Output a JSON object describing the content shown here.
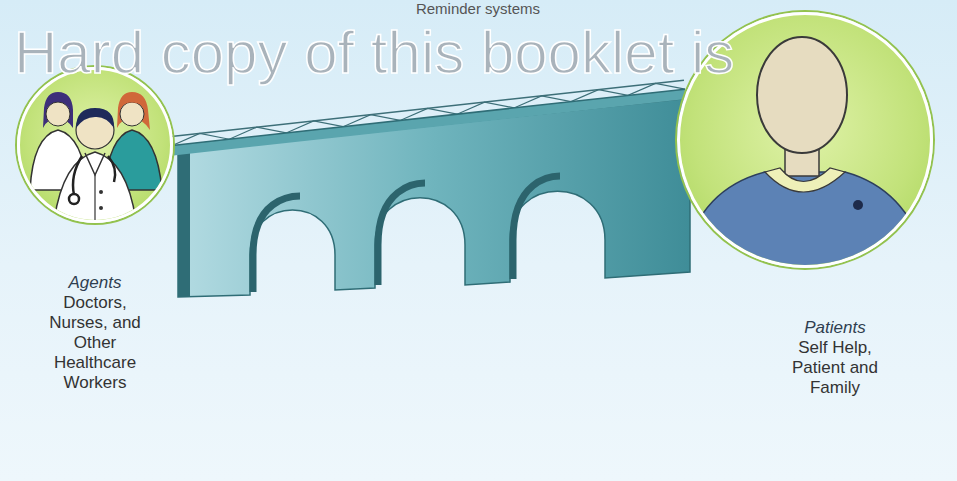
{
  "diagram": {
    "nodes": [
      {
        "text": [
          "Agents",
          "Doctors, Nurses, and Other Healthcare Workers"
        ]
      },
      {
        "text": [
          "Patients",
          "Self Help, Patient and Family"
        ]
      }
    ],
    "edges": [
      {
        "from": 0,
        "to": 1,
        "arrow": "none"
      }
    ],
    "labels": [
      "Reminder systems",
      "Hard copy of this booklet is"
    ]
  }
}
